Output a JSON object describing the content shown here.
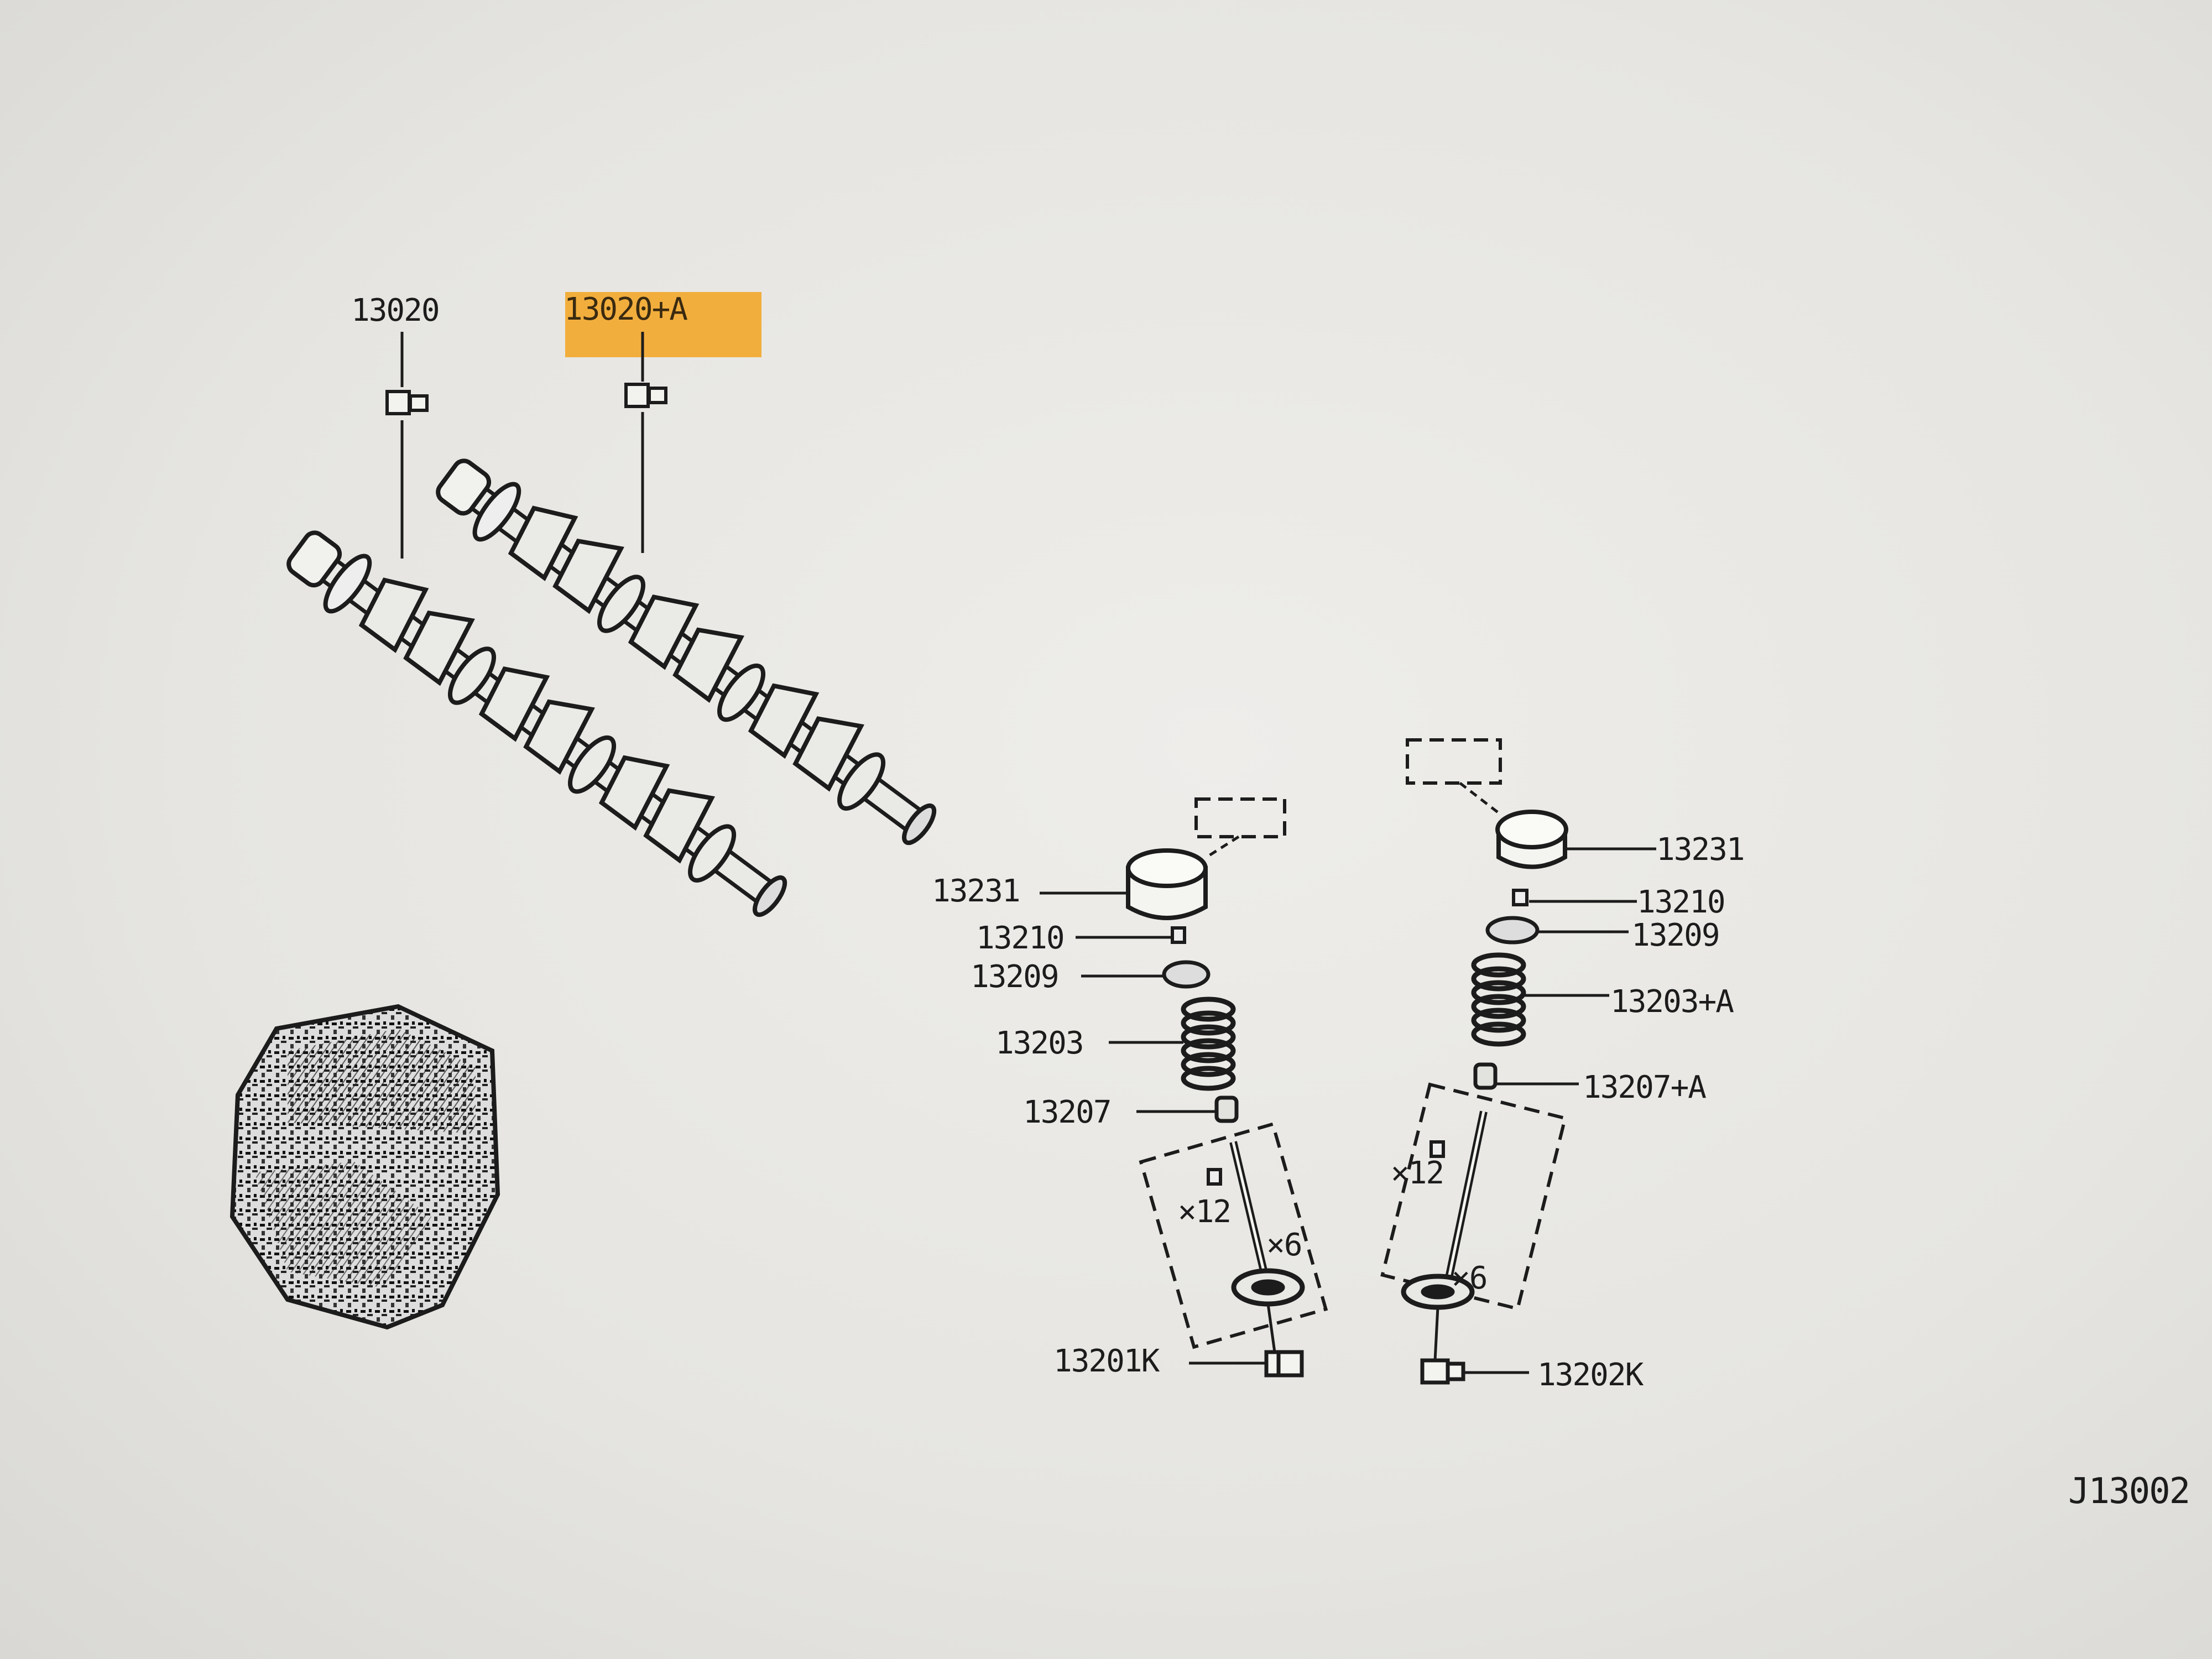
{
  "callouts": {
    "camshaft_exhaust": "13020",
    "camshaft_intake": "13020+A",
    "left_lifter": "13231",
    "left_shim": "13210",
    "left_retainer": "13209",
    "left_spring": "13203",
    "left_seal": "13207",
    "left_valve_kit": "13201K",
    "right_lifter": "13231",
    "right_shim": "13210",
    "right_retainer": "13209",
    "right_spring": "13203+A",
    "right_seal": "13207+A",
    "right_valve_kit": "13202K"
  },
  "quantities": {
    "left_x12": "×12",
    "left_x6": "×6",
    "right_x12": "×12",
    "right_x6": "×6"
  },
  "drawing_code": "J13002",
  "colors": {
    "highlight": "#f2ae3d",
    "ink": "#1c1c1c"
  },
  "icons": [
    "camshaft-icon",
    "engine-assembly-icon",
    "valve-lifter-icon",
    "valve-spring-icon",
    "valve-icon"
  ]
}
